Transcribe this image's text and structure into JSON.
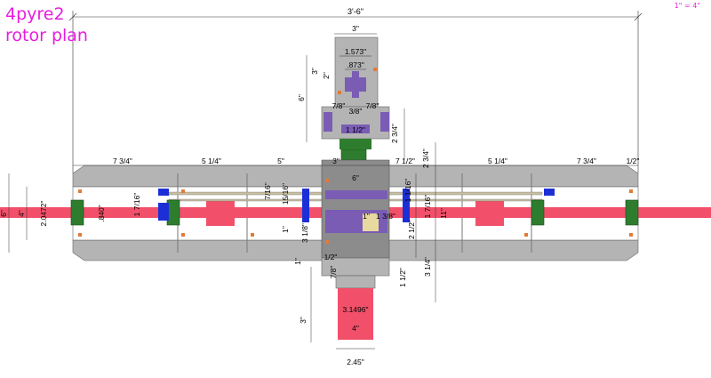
{
  "title_line1": "4pyre2",
  "title_line2": "rotor plan",
  "scale_note": "1\" = 4\"",
  "colors": {
    "magenta": "#e81ce0",
    "frame_gray": "#b4b4b4",
    "dark_gray": "#8c8c8c",
    "shaft_red": "#f2506a",
    "hub_green": "#2e7d2e",
    "blue": "#1c2fd6",
    "purple": "#7a5cb5",
    "orange": "#e07b39",
    "tan": "#e8d9a0"
  },
  "dims": {
    "overall_width": "3'-6\"",
    "seg_left_outer": "7 3/4\"",
    "seg_left_inner": "5 1/4\"",
    "seg_left_center": "5\"",
    "seg_center_small": "3\"",
    "seg_right_center": "7 1/2\"",
    "seg_right_inner": "5 1/4\"",
    "seg_right_outer": "7 3/4\"",
    "seg_right_end": "1/2\"",
    "top_width": "3\"",
    "top_1573": "1.573\"",
    "top_873": ".873\"",
    "top_2": "2\"",
    "top_3": "3\"",
    "top_6": "6\"",
    "top_78a": "7/8\"",
    "top_38": "3/8\"",
    "top_78b": "7/8\"",
    "top_112": "1 1/2\"",
    "top_234": "2 3/4\"",
    "center_6": "6\"",
    "center_2_34": "2 3/4\"",
    "left_6": "6\"",
    "left_4": "4\"",
    "left_20472": "2.0472\"",
    "left_840": ".840\"",
    "left_1716": "1 7/16\"",
    "c_7116": "7/16\"",
    "c_1516": "15/16\"",
    "c_1": "1\"",
    "c_318": "3 1/8\"",
    "c_1in": "1\"",
    "c_138": "1 3/8\"",
    "c_1116": "1 1/16\"",
    "c_1716": "1 7/16\"",
    "c_212": "2 1/2\"",
    "c_11": "11\"",
    "bot_12a": "1/2\"",
    "bot_12b": "1\"",
    "bot_78": "7/8\"",
    "bot_314": "3 1/4\"",
    "bot_112": "1 1/2\"",
    "bot_3": "3\"",
    "bot_31496": "3.1496\"",
    "bot_4": "4\"",
    "bot_245": "2.45\""
  }
}
